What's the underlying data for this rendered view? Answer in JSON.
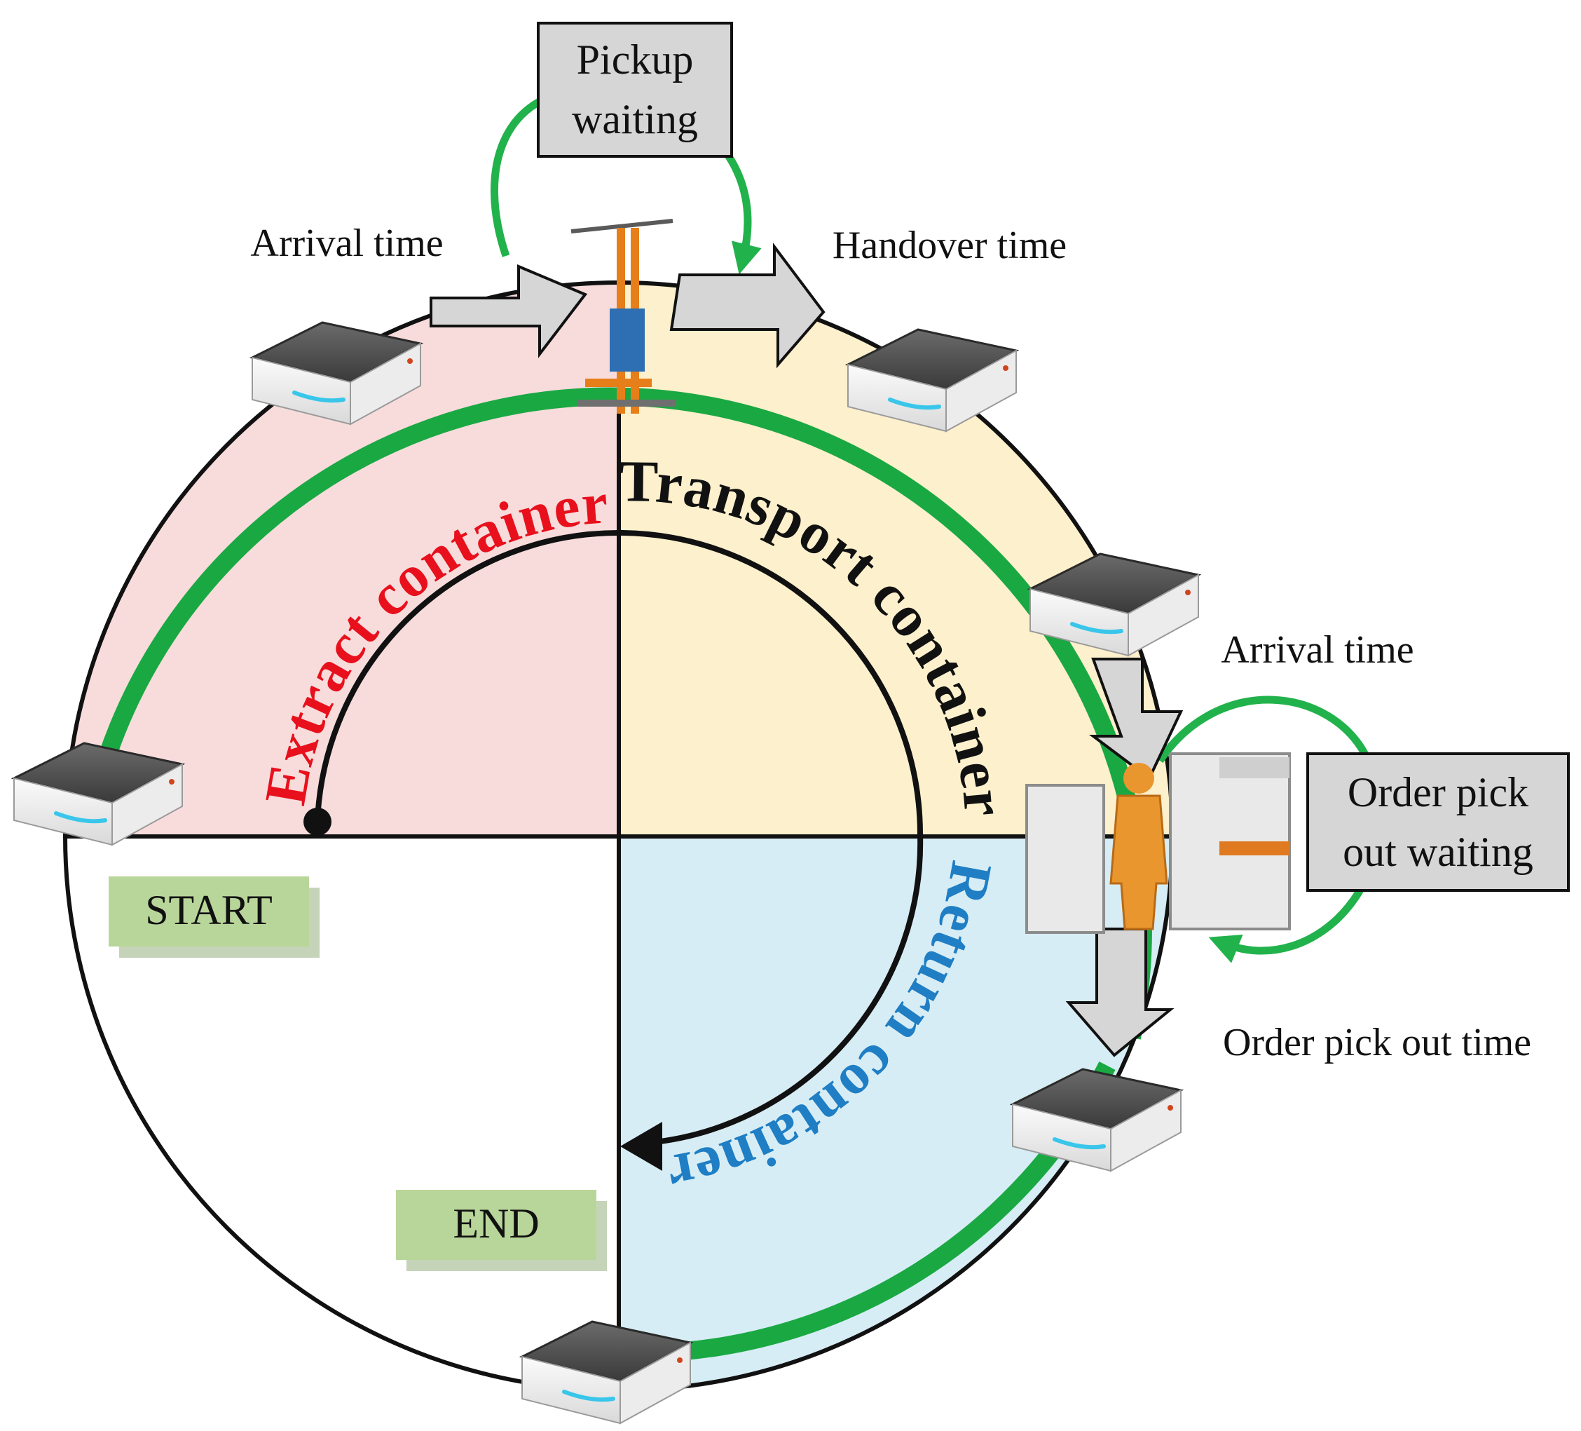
{
  "labels": {
    "pickup_waiting": [
      "Pickup",
      "waiting"
    ],
    "arrival_time_top": "Arrival time",
    "handover_time": "Handover time",
    "arrival_time_right": "Arrival time",
    "order_pick_out_waiting": [
      "Order pick",
      "out waiting"
    ],
    "order_pick_out_time": "Order pick out time",
    "start": "START",
    "end": "END"
  },
  "phases": {
    "extract": {
      "text": "Extract container",
      "color": "#e8101c",
      "fill": "#f8dcdc"
    },
    "transport": {
      "text": "Transport container",
      "color": "#111111",
      "fill": "#fdf0cc"
    },
    "return": {
      "text": "Return container",
      "color": "#1f7ec4",
      "fill": "#d7edf5"
    }
  },
  "colors": {
    "track": "#1aa843",
    "loop_arrow": "#22b24c",
    "gray_box": "#d6d6d6",
    "green_tag": "#b9d69a"
  }
}
